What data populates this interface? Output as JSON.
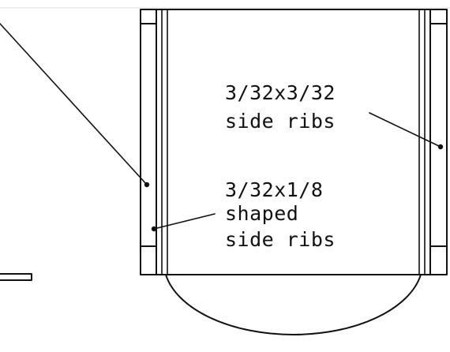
{
  "annotations": {
    "side_ribs": {
      "line1": "3/32x3/32",
      "line2": "side ribs"
    },
    "shaped_side_ribs": {
      "line1": "3/32x1/8",
      "line2": "shaped",
      "line3": "side ribs"
    }
  }
}
